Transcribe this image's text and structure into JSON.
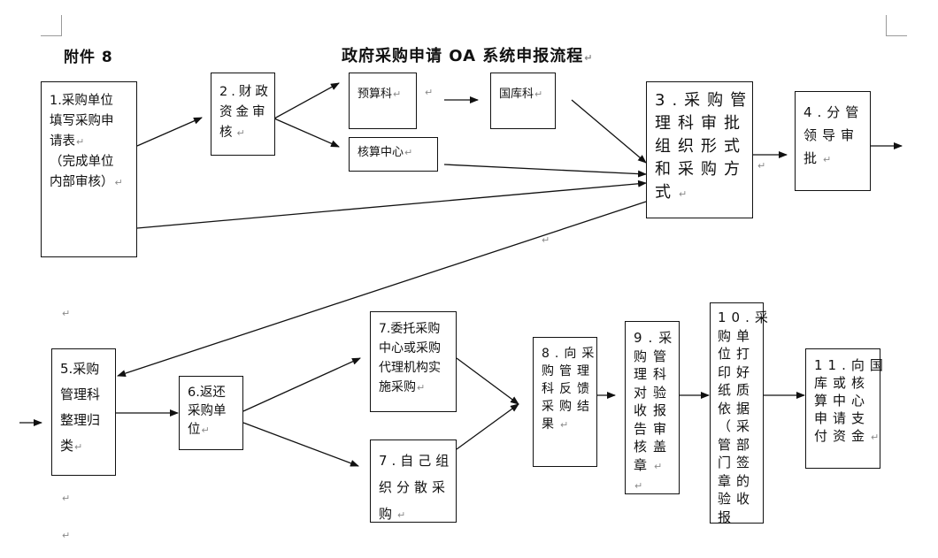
{
  "document": {
    "annex_label": "附件 8",
    "title": "政府采购申请 OA 系统申报流程",
    "para_mark": "↵"
  },
  "boxes": {
    "step1": {
      "lines": [
        "1.采购单位",
        "填写采购申",
        "请表",
        "（完成单位",
        "内部审核）"
      ]
    },
    "step2": {
      "lines": [
        "2.财政",
        "资金审",
        "核"
      ]
    },
    "budget_section": {
      "lines": [
        "预算科"
      ]
    },
    "treasury_section": {
      "lines": [
        "国库科"
      ]
    },
    "accounting_center": {
      "lines": [
        "核算中心"
      ]
    },
    "step3": {
      "lines": [
        "3.采购管",
        "理科审批",
        "组织形式",
        "和采购方",
        "式"
      ]
    },
    "step4": {
      "lines": [
        "4.分管",
        "领导审",
        "批"
      ]
    },
    "step5": {
      "lines": [
        "5.采购",
        "管理科",
        "整理归",
        "类"
      ]
    },
    "step6": {
      "lines": [
        "6.返还",
        "采购单",
        "位"
      ]
    },
    "step7_entrusted": {
      "lines": [
        "7.委托采购",
        "中心或采购",
        "代理机构实",
        "施采购"
      ]
    },
    "step7_self": {
      "lines": [
        "7.自己组",
        "织分散采",
        "购"
      ]
    },
    "step8": {
      "lines": [
        "8.向采",
        "购管理",
        "科反馈",
        "采购结",
        "果"
      ]
    },
    "step9": {
      "lines": [
        "9.采",
        "购管",
        "理科",
        "对验",
        "收报",
        "告审",
        "核盖",
        "章"
      ]
    },
    "step10": {
      "lines": [
        "10.采",
        "购单",
        "位打",
        "印好",
        "纸质",
        "依据",
        "（采",
        "管部",
        "门签",
        "章的",
        "验收",
        "报"
      ]
    },
    "step11": {
      "lines": [
        "11.向国",
        "库或核",
        "算中心",
        "申请支",
        "付资金"
      ]
    }
  }
}
